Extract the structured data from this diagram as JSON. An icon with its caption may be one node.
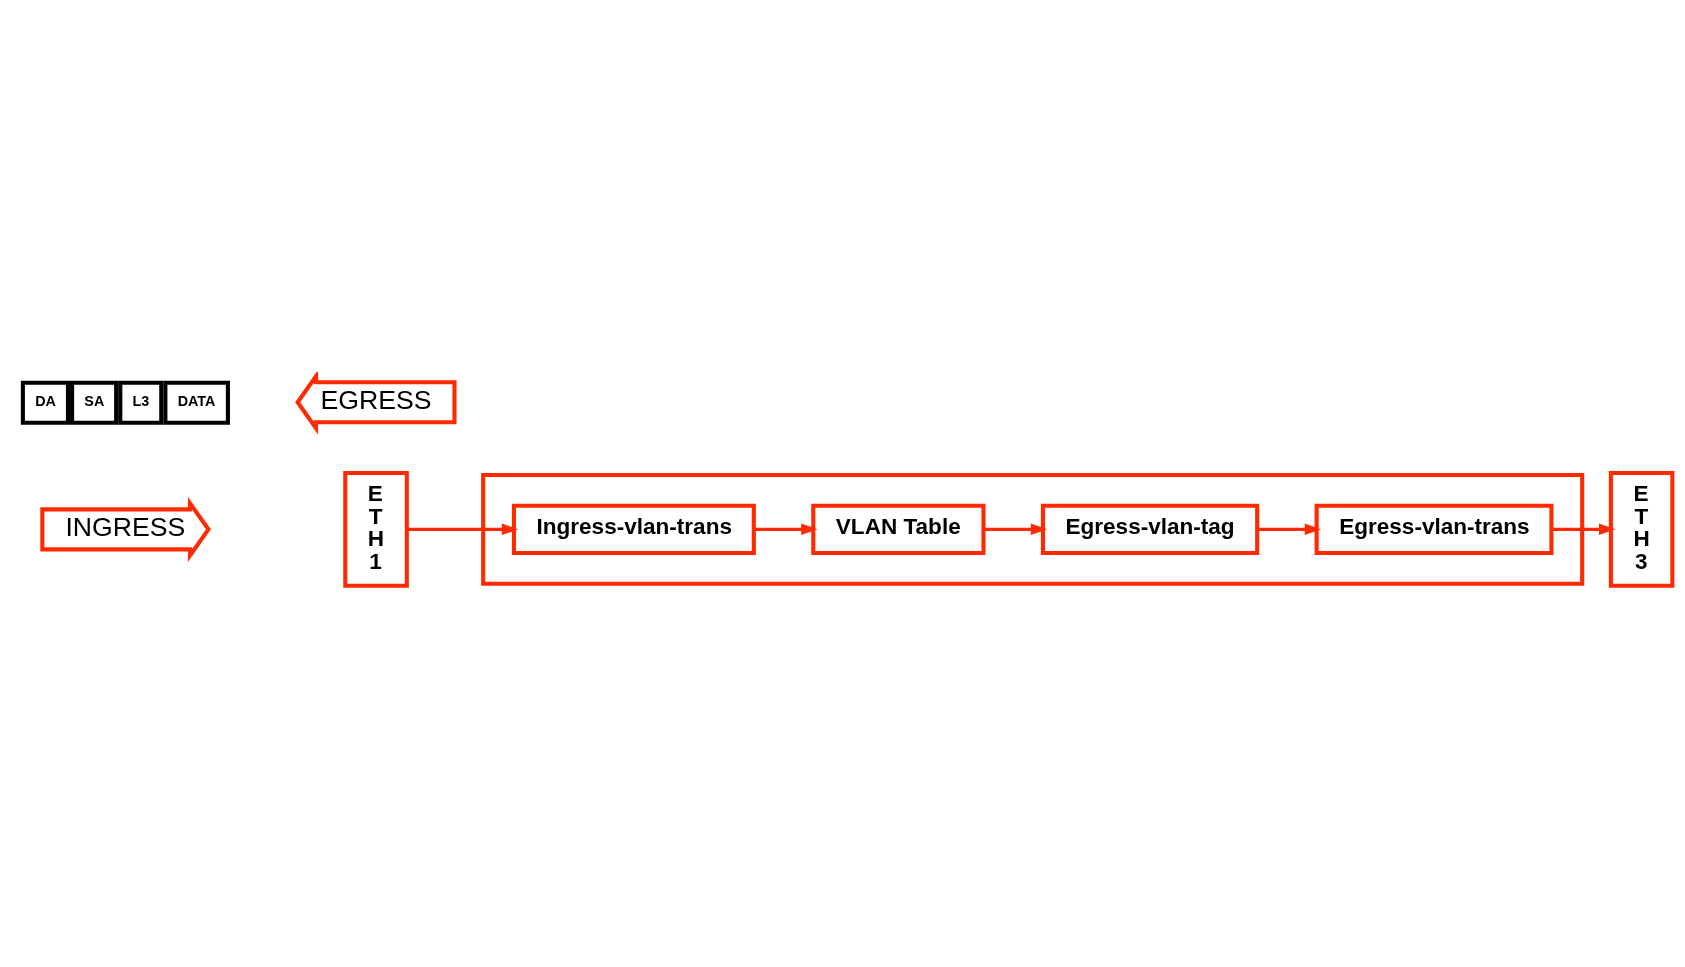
{
  "diagram": {
    "nodes": [
      {
        "text": [
          "INGRESS"
        ]
      },
      {
        "text": [
          "E T H 1"
        ]
      },
      {
        "text": [],
        "shape": "box"
      },
      {
        "text": [
          "Ingress-vlan-trans"
        ],
        "in": 2
      },
      {
        "text": [
          "VLAN Table"
        ],
        "in": 2
      },
      {
        "text": [
          "Egress-vlan-tag"
        ],
        "in": 2
      },
      {
        "text": [
          "Egress-vlan-trans"
        ],
        "in": 2
      },
      {
        "text": [
          "E T H 3"
        ]
      },
      {
        "text": [
          "EGRESS"
        ]
      }
    ],
    "edges": [
      {
        "from": 1,
        "to": 3,
        "arrow": "to"
      },
      {
        "from": 3,
        "to": 4,
        "arrow": "to"
      },
      {
        "from": 4,
        "to": 5,
        "arrow": "to"
      },
      {
        "from": 5,
        "to": 6,
        "arrow": "to"
      },
      {
        "from": 6,
        "to": 7,
        "arrow": "to"
      }
    ],
    "labels": [
      "DA",
      "SA",
      "L3",
      "DATA"
    ]
  }
}
